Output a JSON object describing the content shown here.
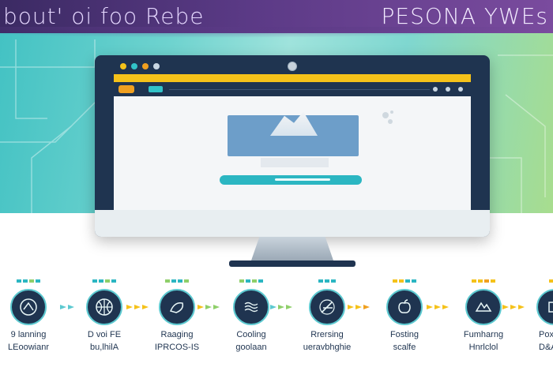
{
  "header": {
    "title_left": "bout' oi foo Rebe",
    "title_right": "PESONA YWEs"
  },
  "colors": {
    "band": "#4a3374",
    "monitor": "#1f3450",
    "accent_yellow": "#f5c21a",
    "accent_teal": "#2bb6c2",
    "accent_orange": "#f0a020",
    "card_blue": "#6d9ec9"
  },
  "browser": {
    "traffic_lights": [
      "#f5c21a",
      "#32c3c8",
      "#f0a020",
      "#c8d6e2"
    ]
  },
  "steps": [
    {
      "icon": "compass-icon",
      "line1": "9 lanning",
      "line2": "LEoowianr"
    },
    {
      "icon": "basketball-icon",
      "line1": "D voi FE",
      "line2": "bu,lhilA"
    },
    {
      "icon": "tools-icon",
      "line1": "Raaging",
      "line2": "IPRCOS-IS"
    },
    {
      "icon": "waves-icon",
      "line1": "Cooling",
      "line2": "goolaan"
    },
    {
      "icon": "pen-icon",
      "line1": "Rrersing",
      "line2": "ueravbhghie"
    },
    {
      "icon": "apple-icon",
      "line1": "Fosting",
      "line2": "scalfe"
    },
    {
      "icon": "globe-icon",
      "line1": "Fumharng",
      "line2": "Hnrlclol"
    },
    {
      "icon": "box-icon",
      "line1": "Pox",
      "line2": "D&A"
    }
  ]
}
